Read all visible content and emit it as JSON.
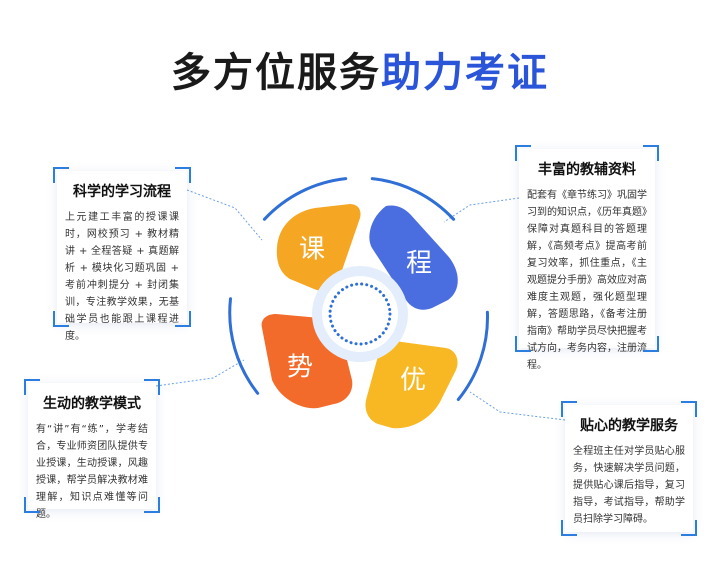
{
  "title": {
    "part1": "多方位服务",
    "part2": "助力考证"
  },
  "petals": [
    {
      "label": "课",
      "color": "#f5a623"
    },
    {
      "label": "程",
      "color": "#4a6ee0"
    },
    {
      "label": "势",
      "color": "#f26b2a"
    },
    {
      "label": "优",
      "color": "#f7b824"
    }
  ],
  "cards": {
    "study_flow": {
      "heading": "科学的学习流程",
      "body": "上元建工丰富的授课课时，网校预习 + 教材精讲 + 全程答疑 + 真题解析 + 模块化习题巩固 + 考前冲刺提分 + 封闭集训，专注教学效果，无基础学员也能跟上课程进度。"
    },
    "materials": {
      "heading": "丰富的教辅资料",
      "body": "配套有《章节练习》巩固学习到的知识点，《历年真题》保障对真题科目的答题理解，《高频考点》提高考前复习效率，抓住重点，《主观题提分手册》高效应对高难度主观题，强化题型理解，答题思路，《备考注册指南》帮助学员尽快把握考试方向，考务内容，注册流程。"
    },
    "teaching_mode": {
      "heading": "生动的教学模式",
      "body": "有“讲”有“练”，学考结合，专业师资团队提供专业授课，生动授课，风趣授课，帮学员解决教材难理解，知识点难懂等问题。"
    },
    "service": {
      "heading": "贴心的教学服务",
      "body": "全程班主任对学员贴心服务，快速解决学员问题，提供贴心课后指导，复习指导，考试指导，帮助学员扫除学习障碍。"
    }
  },
  "colors": {
    "accent": "#2b55d9",
    "corner": "#2b7de0",
    "ring": "#2f6fd6"
  }
}
